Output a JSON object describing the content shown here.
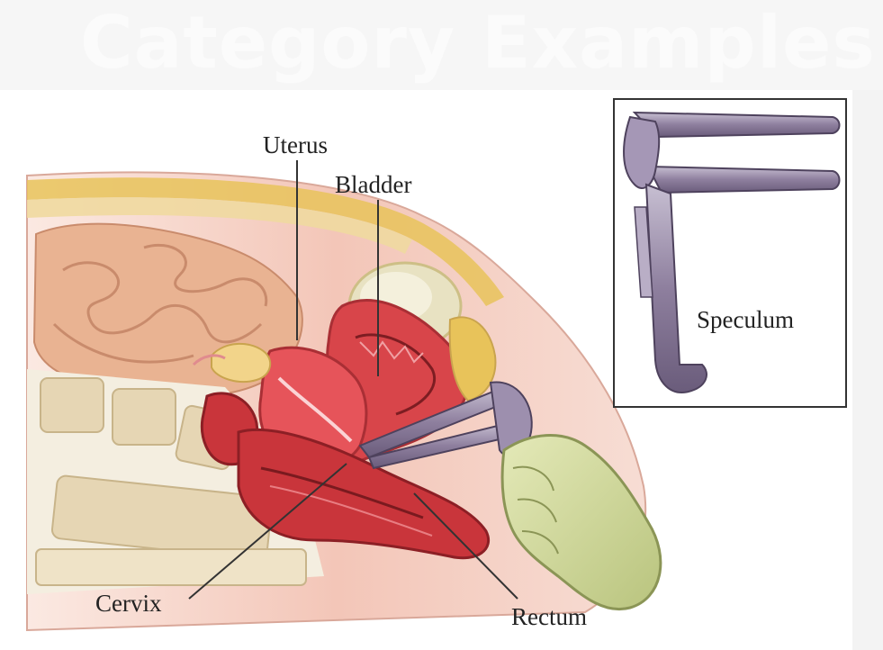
{
  "slide": {
    "title": "Category Examples"
  },
  "illustration": {
    "labels": {
      "uterus": "Uterus",
      "bladder": "Bladder",
      "cervix": "Cervix",
      "rectum": "Rectum",
      "speculum": "Speculum"
    }
  },
  "colors": {
    "tissue_pink": "#f2c3b4",
    "organ_red": "#d8454a",
    "fat_yellow": "#e8c35a",
    "bone_tan": "#e6d6b4",
    "glove_green": "#d6dea0",
    "speculum_violet": "#8e7f9e"
  }
}
